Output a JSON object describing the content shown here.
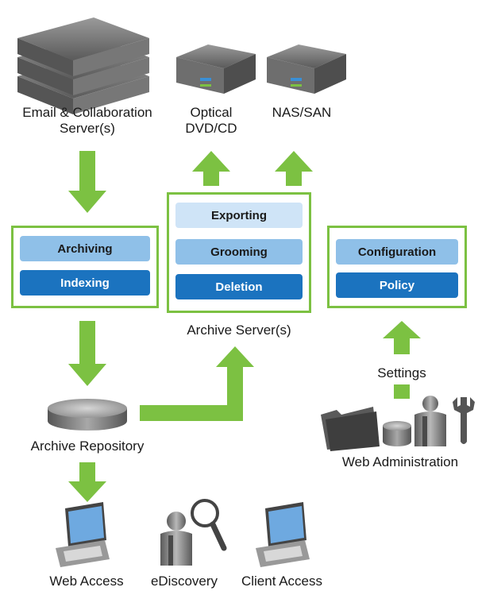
{
  "labels": {
    "email_server": "Email & Collaboration Server(s)",
    "optical": "Optical DVD/CD",
    "nas_san": "NAS/SAN",
    "archive_server": "Archive Server(s)",
    "archive_repository": "Archive Repository",
    "settings": "Settings",
    "web_administration": "Web Administration",
    "web_access": "Web Access",
    "ediscovery": "eDiscovery",
    "client_access": "Client Access"
  },
  "left_box": {
    "archiving": "Archiving",
    "indexing": "Indexing"
  },
  "center_box": {
    "exporting": "Exporting",
    "grooming": "Grooming",
    "deletion": "Deletion"
  },
  "right_box": {
    "configuration": "Configuration",
    "policy": "Policy"
  },
  "colors": {
    "arrow": "#7cc142",
    "box_border": "#7cc142",
    "pill_light": "#cfe4f7",
    "pill_mid": "#8fc0e8",
    "pill_dark": "#1b73bf"
  },
  "icons": [
    "server-stack-icon",
    "optical-server-icon",
    "nas-server-icon",
    "repository-disk-icon",
    "folder-icon",
    "database-icon",
    "admin-person-icon",
    "wrench-icon",
    "laptop-icon",
    "magnifier-person-icon"
  ]
}
